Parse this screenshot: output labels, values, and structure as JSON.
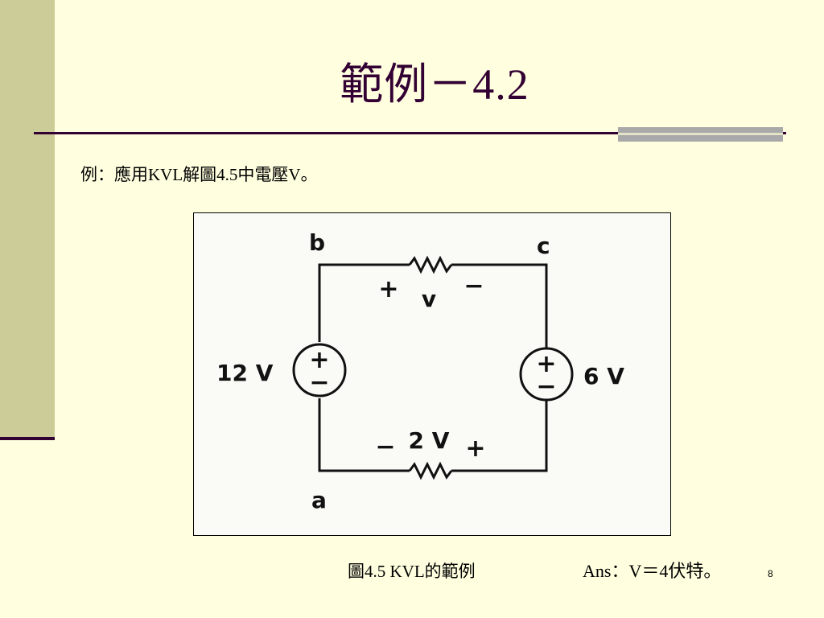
{
  "slide": {
    "title": "範例－4.2",
    "problem": "例：應用KVL解圖4.5中電壓V。",
    "caption": "圖4.5 KVL的範例",
    "answer": "Ans：V＝4伏特。",
    "page_number": "8"
  },
  "figure": {
    "node_b": "b",
    "node_c": "c",
    "node_a": "a",
    "top_plus": "+",
    "top_minus": "−",
    "top_label": "v",
    "bottom_minus": "−",
    "bottom_label": "2 V",
    "bottom_plus": "+",
    "left_source": "12 V",
    "right_source": "6 V",
    "source_plus": "+",
    "source_minus": "−"
  },
  "colors": {
    "background": "#ffffe0",
    "side_bar": "#cccc99",
    "dark": "#330033",
    "accent_gray": "#a9a9a9"
  }
}
